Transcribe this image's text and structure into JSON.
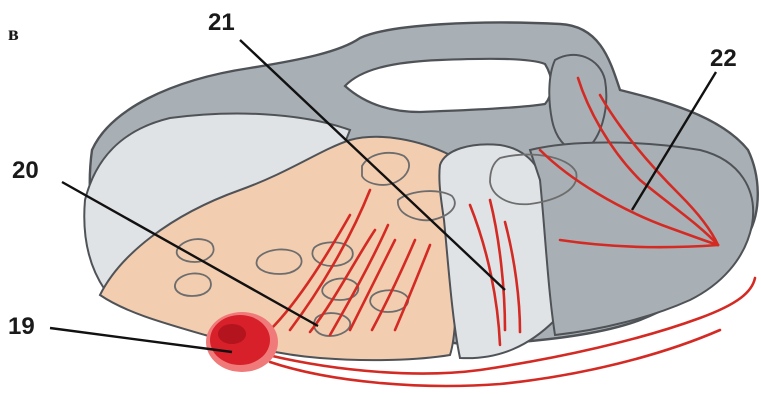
{
  "figure": {
    "panel_letter": "в",
    "labels": [
      "19",
      "20",
      "21",
      "22"
    ]
  },
  "colors": {
    "tissue_gray": "#a9b0b5",
    "tissue_light": "#dfe3e6",
    "mucosa_pink": "#f3cdb0",
    "vessel_red": "#d42a24",
    "node_red": "#d8202a",
    "outline": "#4f5357"
  }
}
